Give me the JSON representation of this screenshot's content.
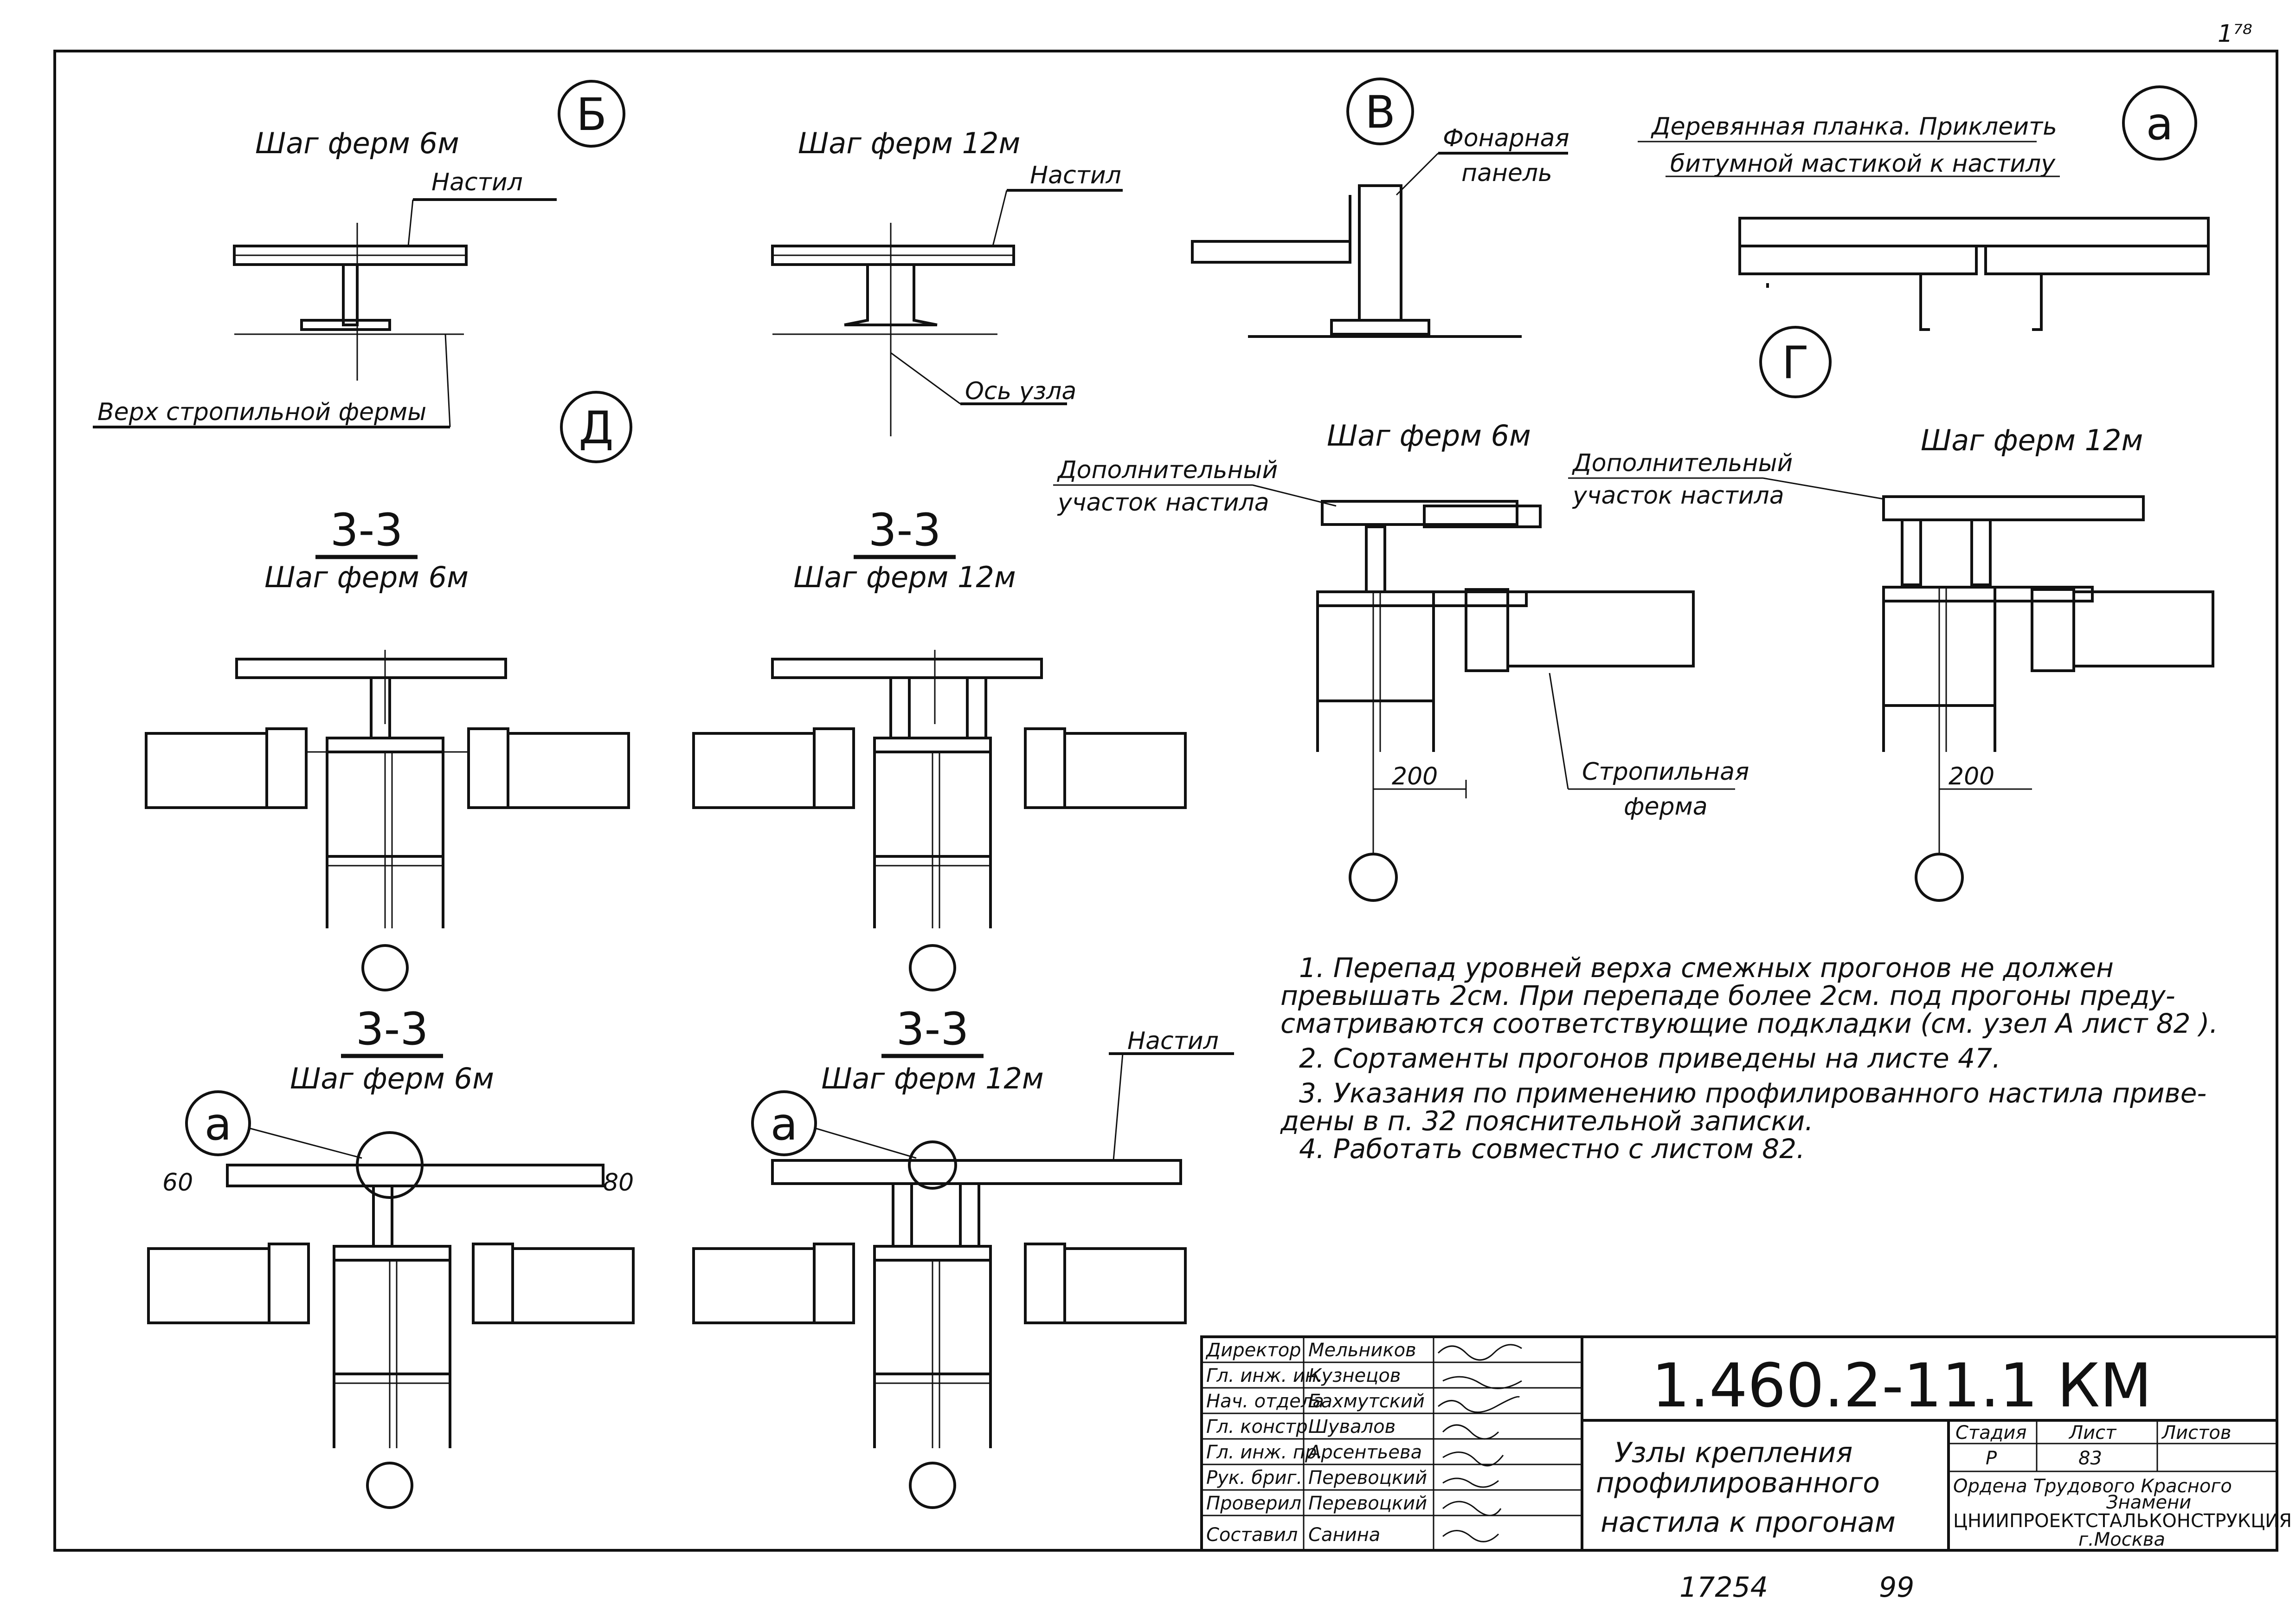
{
  "sheet": {
    "corner_mark": "1⁷⁸",
    "bottom_numbers": [
      "17254",
      "99"
    ]
  },
  "details": {
    "B": {
      "mark": "Б",
      "title": "Шаг ферм 6м",
      "title2": "Шаг ферм 12м",
      "label_deck_1": "Настил",
      "label_deck_2": "Настил",
      "label_truss_top": "Верх стропильной фермы",
      "label_node_axis": "Ось узла"
    },
    "V": {
      "mark": "В",
      "label_panel_1": "Фонарная",
      "label_panel_2": "панель"
    },
    "A": {
      "mark": "а",
      "label_1": "Деревянная планка. Приклеить",
      "label_2": "битумной мастикой к настилу"
    },
    "G": {
      "mark": "Г",
      "title_6": "Шаг ферм 6м",
      "title_12": "Шаг ферм 12м",
      "extra_1a": "Дополнительный",
      "extra_1b": "участок настила",
      "extra_2a": "Дополнительный",
      "extra_2b": "участок настила",
      "label_truss_a": "Стропильная",
      "label_truss_b": "ферма",
      "dim_1": "200",
      "dim_2": "200"
    },
    "D": {
      "mark": "Д",
      "sections": [
        {
          "cut": "3-3",
          "title": "Шаг ферм 6м"
        },
        {
          "cut": "3-3",
          "title": "Шаг ферм 12м"
        },
        {
          "cut": "3-3",
          "title": "Шаг ферм 6м"
        },
        {
          "cut": "3-3",
          "title": "Шаг ферм 12м"
        }
      ],
      "callout_a_1": "а",
      "callout_a_2": "а",
      "label_deck": "Настил",
      "dim_60": "60",
      "dim_80": "80"
    }
  },
  "notes": [
    "1. Перепад уровней верха смежных прогонов не должен",
    "превышать 2см. При перепаде более 2см. под прогоны преду-",
    "сматриваются соответствующие подкладки (см. узел А лист 82 ).",
    "2. Сортаменты прогонов приведены на листе 47.",
    "3. Указания по применению профилированного настила приве-",
    "дены в п. 32 пояснительной записки.",
    "4. Работать совместно с листом 82."
  ],
  "title_block": {
    "code": "1.460.2-11.1 КМ",
    "roles": [
      {
        "role": "Директор",
        "name": "Мельников"
      },
      {
        "role": "Гл. инж. ин.",
        "name": "Кузнецов"
      },
      {
        "role": "Нач. отдела",
        "name": "Бахмутский"
      },
      {
        "role": "Гл. констр.",
        "name": "Шувалов"
      },
      {
        "role": "Гл. инж. пр.",
        "name": "Арсентьева"
      },
      {
        "role": "Рук. бриг.",
        "name": "Перевоцкий"
      },
      {
        "role": "Проверил",
        "name": "Перевоцкий"
      },
      {
        "role": "Составил",
        "name": "Санина"
      }
    ],
    "drawing_title": [
      "Узлы крепления",
      "профилированного",
      "настила к прогонам"
    ],
    "col_stage": "Стадия",
    "col_sheet": "Лист",
    "col_sheets": "Листов",
    "stage": "Р",
    "sheet": "83",
    "org": [
      "Ордена Трудового Красного",
      "Знамени",
      "ЦНИИПРОЕКТСТАЛЬКОНСТРУКЦИЯ",
      "г.Москва"
    ]
  }
}
